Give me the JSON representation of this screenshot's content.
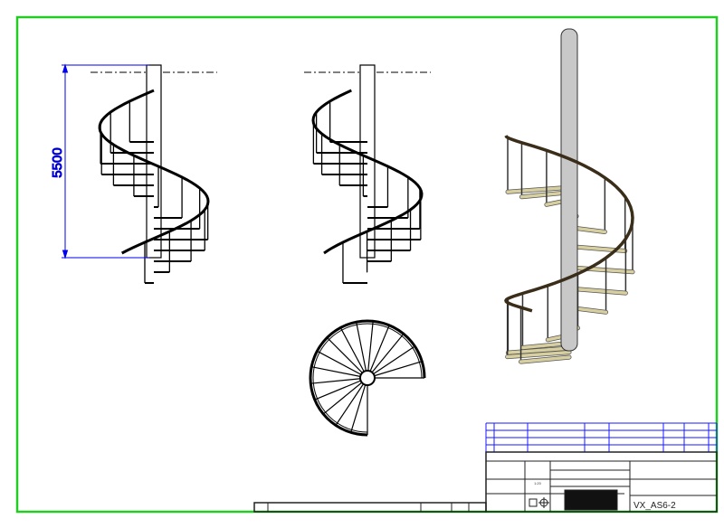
{
  "drawing": {
    "dimension_label": "5500",
    "drawing_number": "VX_AS6-2",
    "scale": "1:20",
    "colors": {
      "frame": "#22cc22",
      "dimension": "#0000ee",
      "revision_grid": "#1a1aff",
      "wood": "#d8cfa0",
      "pole": "#c8c8c8"
    }
  }
}
